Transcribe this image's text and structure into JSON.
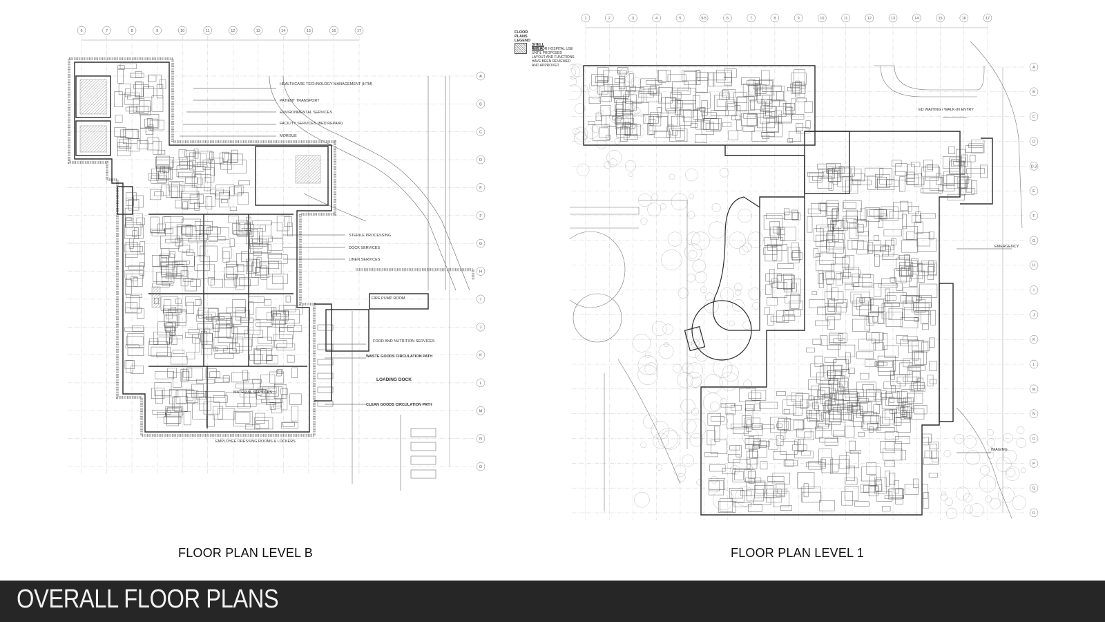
{
  "footer": {
    "title": "OVERALL FLOOR PLANS",
    "background": "#262626",
    "text_color": "#f2f2f2"
  },
  "plan_b": {
    "caption": "FLOOR PLAN LEVEL B",
    "column_grid": [
      "6",
      "7",
      "8",
      "9",
      "10",
      "11",
      "12",
      "13",
      "14",
      "15",
      "16",
      "17"
    ],
    "row_grid": [
      "A",
      "B",
      "C",
      "D",
      "E",
      "F",
      "G",
      "H",
      "I",
      "J",
      "K",
      "L",
      "M",
      "N",
      "O"
    ],
    "legend": {
      "title": "FLOOR PLANS LEGEND",
      "item_heading": "SHELL AREA:",
      "item_text": "NOT FOR HOSPITAL USE UNTIL PROPOSED LAYOUT AND FUNCTIONS HAVE BEEN REVIEWED AND APPROVED"
    },
    "labels": {
      "htm": "HEALTHCARE TECHNOLOGY MANAGEMENT (HTM)",
      "transport": "PATIENT TRANSPORT",
      "environmental": "ENVIRONMENTAL SERVICES",
      "facility": "FACILITY SERVICES (BED REPAIR)",
      "morgue": "MORGUE",
      "sterile": "STERILE PROCESSING",
      "dock_services": "DOCK SERVICES",
      "linen": "LINEN SERVICES",
      "fire_pump": "FIRE PUMP ROOM",
      "food": "FOOD AND NUTRITION SERVICES",
      "waste": "WASTE GOODS CIRCULATION PATH",
      "loading": "LOADING DOCK",
      "material": "MATERIAL SERVICES",
      "clean": "CLEAN GOODS CIRCULATION PATH",
      "employee": "EMPLOYEE DRESSING ROOMS & LOCKERS"
    }
  },
  "plan_1": {
    "caption": "FLOOR PLAN LEVEL 1",
    "column_grid": [
      "1",
      "2",
      "3",
      "4",
      "5",
      "5.5",
      "6",
      "7",
      "8",
      "9",
      "10",
      "11",
      "12",
      "13",
      "14",
      "15",
      "16",
      "17"
    ],
    "row_grid": [
      "A",
      "B",
      "C",
      "D",
      "D.3",
      "E",
      "F",
      "G",
      "H",
      "I",
      "J",
      "K",
      "L",
      "M",
      "N",
      "O",
      "P",
      "Q",
      "R"
    ],
    "labels": {
      "ed_waiting": "ED WAITING / WALK-IN ENTRY",
      "emergency": "EMERGENCY",
      "imaging": "IMAGING"
    }
  },
  "colors": {
    "linework": "#5a5a5a",
    "grid": "#cfcfcf",
    "walls": "#2b2b2b"
  }
}
